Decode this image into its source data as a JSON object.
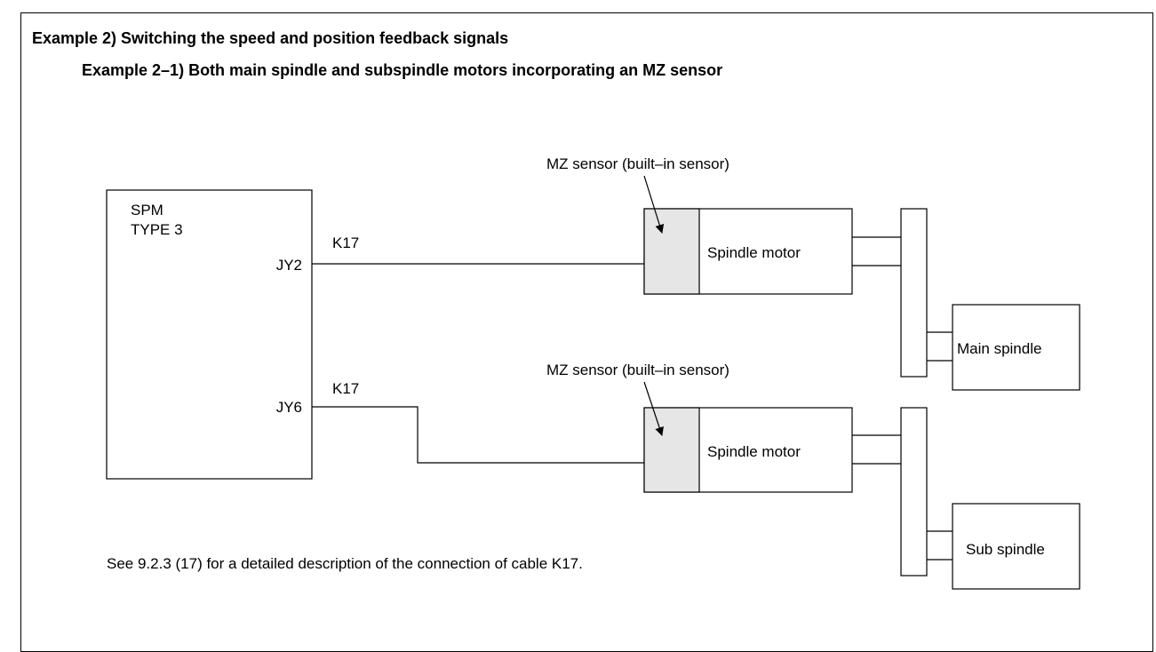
{
  "header": {
    "title": "Example 2)  Switching the speed and position feedback signals",
    "subtitle": "Example 2–1)  Both main spindle and subspindle motors incorporating an MZ sensor"
  },
  "spm": {
    "name": "SPM",
    "type": "TYPE 3",
    "connector_top": "JY2",
    "connector_bottom": "JY6"
  },
  "cables": {
    "top": "K17",
    "bottom": "K17"
  },
  "motors": {
    "top": {
      "sensor_label": "MZ sensor (built–in sensor)",
      "label": "Spindle motor"
    },
    "bottom": {
      "sensor_label": "MZ sensor (built–in sensor)",
      "label": "Spindle motor"
    }
  },
  "spindles": {
    "main": "Main spindle",
    "sub": "Sub spindle"
  },
  "note": "See 9.2.3 (17) for a detailed description of the connection of cable K17."
}
